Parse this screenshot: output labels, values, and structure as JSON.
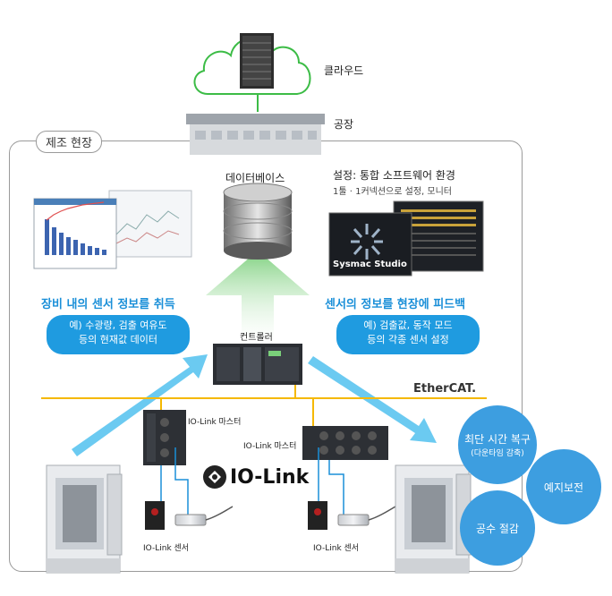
{
  "cloud_label": "클라우드",
  "factory_label": "공장",
  "frame_label": "제조 현장",
  "database_label": "데이터베이스",
  "settings": {
    "title": "설정: 통합 소프트웨어 환경",
    "subtitle": "1툴 · 1커넥션으로 설정, 모니터",
    "software_name": "Sysmac Studio"
  },
  "left_title": "장비 내의 센서 정보를 취득",
  "left_bubble": [
    "예) 수광량, 검출 여유도",
    "등의 현재값 데이터"
  ],
  "right_title": "센서의 정보를 현장에 피드백",
  "right_bubble": [
    "예) 검출값, 동작 모드",
    "등의 각종 센서 설정"
  ],
  "controller_label": "컨트롤러",
  "ethercat_label": "EtherCAT.",
  "iolink_master_left": "IO-Link 마스터",
  "iolink_master_right": "IO-Link 마스터",
  "iolink_logo": "IO-Link",
  "iolink_sensor_left": "IO-Link 센서",
  "iolink_sensor_right": "IO-Link 센서",
  "benefits": {
    "downtime": "최단 시간 복구",
    "downtime_sub": "(다운타임 감축)",
    "predictive": "예지보전",
    "labor": "공수 절감"
  },
  "colors": {
    "ethercat_line": "#f5b800",
    "sensor_line": "#1a8fd8",
    "arrow_blue": "#5bc4f0",
    "arrow_green": "#7ed07e",
    "benefit_circle": "#3d9ee0"
  }
}
